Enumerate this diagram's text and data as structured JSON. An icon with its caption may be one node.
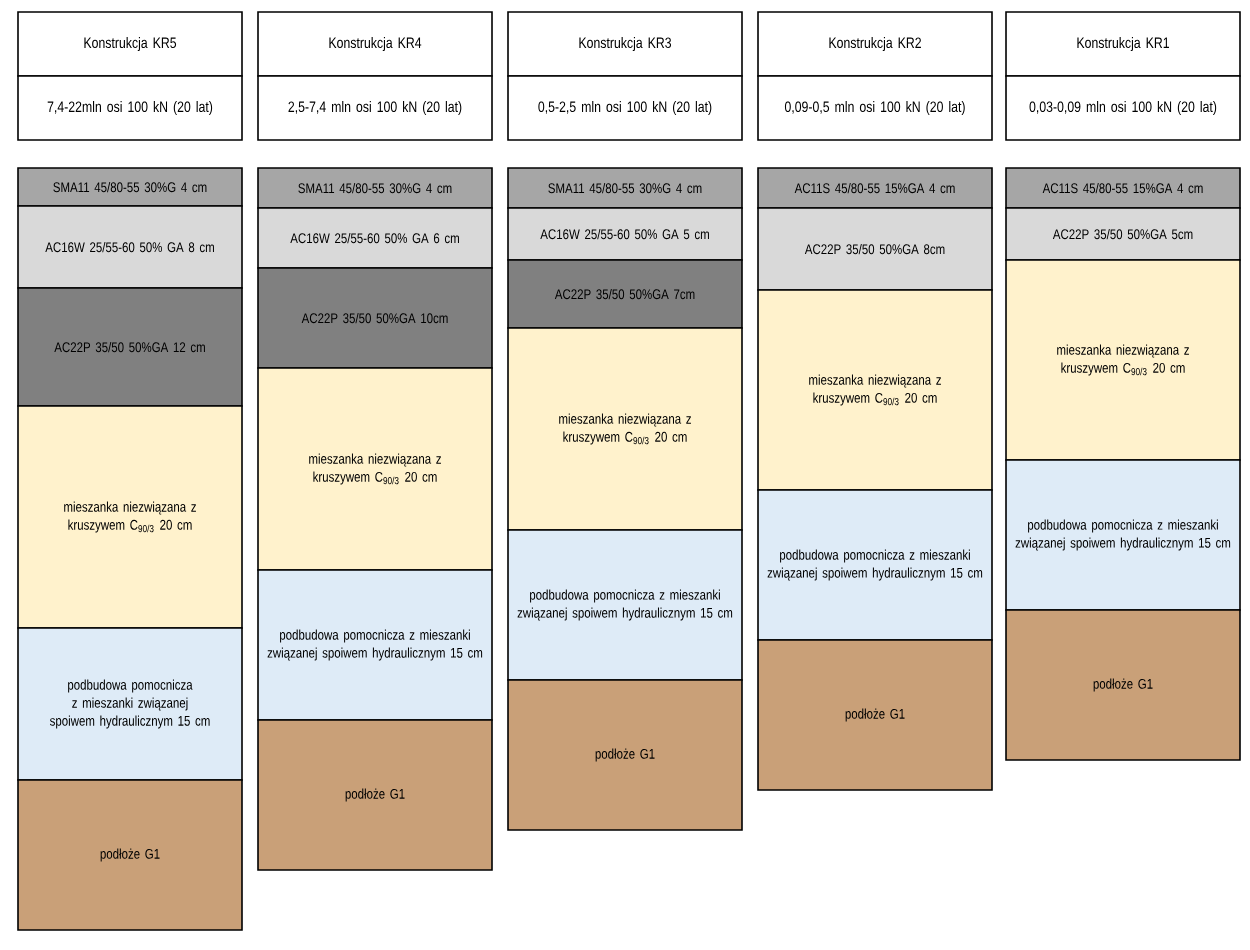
{
  "diagram": {
    "nodes": [
      {
        "text": [
          "Konstrukcja KR5"
        ]
      },
      {
        "text": [
          "7,4-22mln osi 100 kN (20 lat)"
        ]
      },
      {
        "text": [
          "SMA11 45/80-55 30%G   4 cm"
        ]
      },
      {
        "text": [
          "AC16W 25/55-60 50% GA 8 cm"
        ]
      },
      {
        "text": [
          "AC22P 35/50 50%GA 12 cm"
        ]
      },
      {
        "text": [
          "mieszanka niezwiązana z kruszywem C$_{90/3}$ 20 cm"
        ]
      },
      {
        "text": [
          "podbudowa pomocnicza z mieszanki związanej spoiwem hydraulicznym 15 cm"
        ]
      },
      {
        "text": [
          "podłoże G1"
        ]
      },
      {
        "text": [
          "Konstrukcja KR4"
        ]
      },
      {
        "text": [
          "2,5-7,4 mln osi 100 kN (20 lat)"
        ]
      },
      {
        "text": [
          "SMA11 45/80-55 30%G   4 cm"
        ]
      },
      {
        "text": [
          "AC16W 25/55-60 50% GA   6 cm"
        ]
      },
      {
        "text": [
          "AC22P 35/50 50%GA   10cm"
        ]
      },
      {
        "text": [
          "mieszanka niezwiązana z kruszywem C$_{90/3}$ 20 cm"
        ]
      },
      {
        "text": [
          "podbudowa pomocnicza z mieszanki związanej spoiwem hydraulicznym 15 cm"
        ]
      },
      {
        "text": [
          "podłoże G1"
        ]
      },
      {
        "text": [
          "Konstrukcja KR3"
        ]
      },
      {
        "text": [
          "0,5-2,5 mln osi 100 kN (20 lat)"
        ]
      },
      {
        "text": [
          "SMA11 45/80-55 30%G   4 cm"
        ]
      },
      {
        "text": [
          "AC16W 25/55-60 50% GA   5 cm"
        ]
      },
      {
        "text": [
          "AC22P 35/50 50%GA   7cm"
        ]
      },
      {
        "text": [
          "mieszanka niezwiązana z kruszywem C$_{90/3}$ 20 cm"
        ]
      },
      {
        "text": [
          "podbudowa pomocnicza z mieszanki związanej spoiwem hydraulicznym 15 cm"
        ]
      },
      {
        "text": [
          "podłoże G1"
        ]
      },
      {
        "text": [
          "Konstrukcja KR2"
        ]
      },
      {
        "text": [
          "0,09-0,5 mln osi 100 kN (20 lat)"
        ]
      },
      {
        "text": [
          "AC11S 45/80-55 15%GA   4 cm"
        ]
      },
      {
        "text": [
          "AC22P 35/50 50%GA   8cm"
        ]
      },
      {
        "text": [
          "mieszanka niezwiązana z kruszywem C$_{90/3}$ 20 cm"
        ]
      },
      {
        "text": [
          "podbudowa pomocnicza z mieszanki związanej spoiwem hydraulicznym 15 cm"
        ]
      },
      {
        "text": [
          "podłoże G1"
        ]
      },
      {
        "text": [
          "Konstrukcja KR1"
        ]
      },
      {
        "text": [
          "0,03-0,09 mln osi 100 kN (20 lat)"
        ]
      },
      {
        "text": [
          "AC11S 45/80-55 15%GA   4 cm"
        ]
      },
      {
        "text": [
          "AC22P 35/50 50%GA   5cm"
        ]
      },
      {
        "text": [
          "mieszanka niezwiązana z kruszywem C$_{90/3}$ 20 cm"
        ]
      },
      {
        "text": [
          "podbudowa pomocnicza z mieszanki związanej spoiwem hydraulicznym 15 cm"
        ]
      },
      {
        "text": [
          "podłoże G1"
        ]
      }
    ]
  }
}
